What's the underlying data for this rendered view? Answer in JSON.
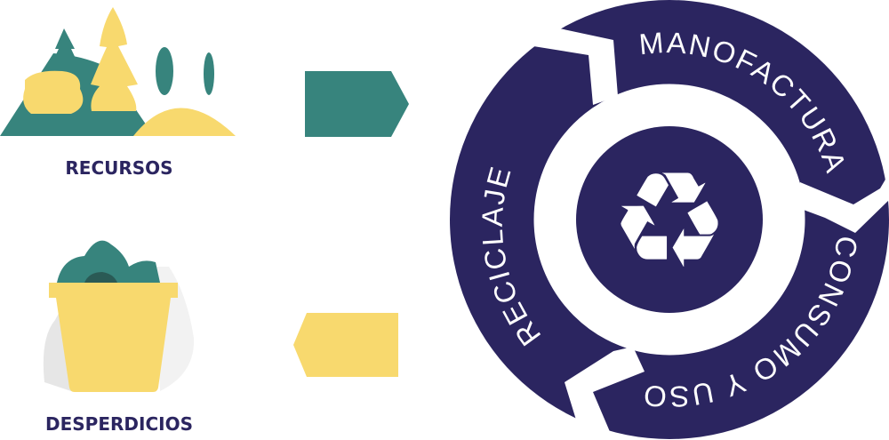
{
  "labels": {
    "resources": "RECURSOS",
    "waste": "DESPERDICIOS"
  },
  "cycle": {
    "stages": [
      "MANOFACTURA",
      "CONSUMO Y USO",
      "RECICLAJE"
    ],
    "center_icon": "recycle-icon",
    "center_glyph": "♻"
  },
  "colors": {
    "navy": "#2b2560",
    "teal": "#37847d",
    "yellow": "#f8d96e",
    "gray": "#e8e8e8"
  }
}
